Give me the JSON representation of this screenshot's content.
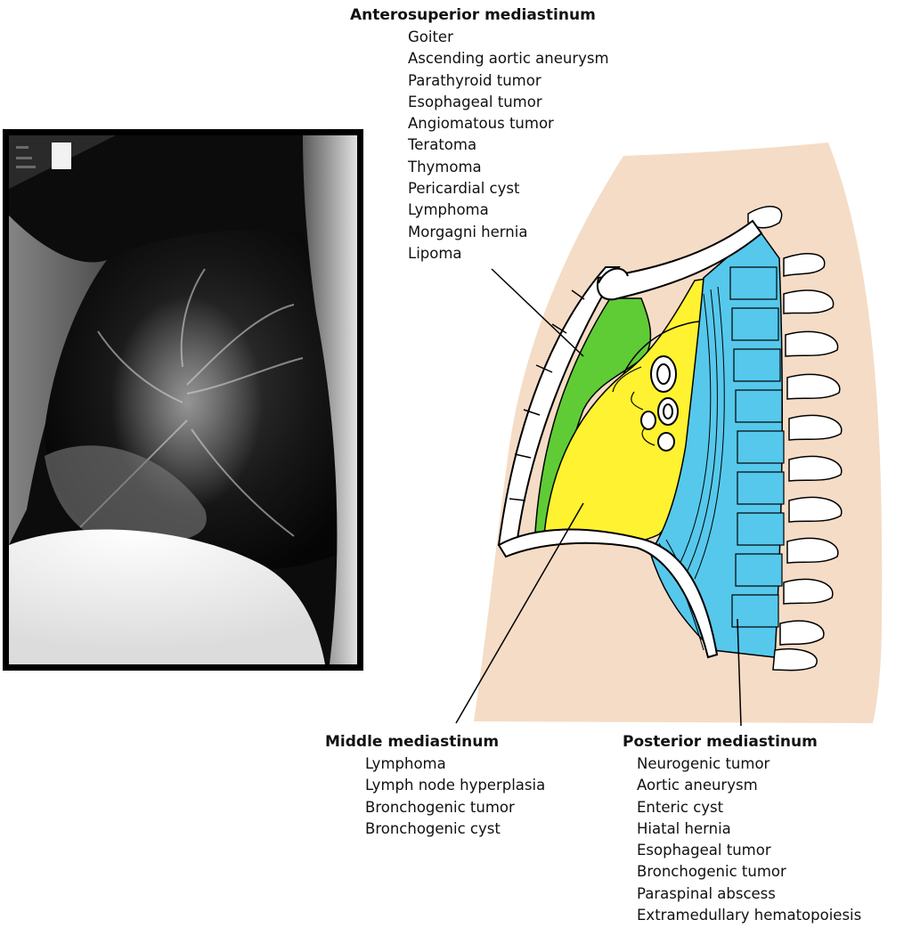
{
  "regions": {
    "anterosuperior": {
      "title": "Anterosuperior mediastinum",
      "items": [
        "Goiter",
        "Ascending aortic aneurysm",
        "Parathyroid tumor",
        "Esophageal tumor",
        "Angiomatous tumor",
        "Teratoma",
        "Thymoma",
        "Pericardial cyst",
        "Lymphoma",
        "Morgagni hernia",
        "Lipoma"
      ]
    },
    "middle": {
      "title": "Middle mediastinum",
      "items": [
        "Lymphoma",
        "Lymph node hyperplasia",
        "Bronchogenic tumor",
        "Bronchogenic cyst"
      ]
    },
    "posterior": {
      "title": "Posterior mediastinum",
      "items": [
        "Neurogenic tumor",
        "Aortic aneurysm",
        "Enteric cyst",
        "Hiatal hernia",
        "Esophageal tumor",
        "Bronchogenic tumor",
        "Paraspinal abscess",
        "Extramedullary hematopoiesis"
      ]
    }
  },
  "colors": {
    "background_tissue": "#f5dcc6",
    "anterosuperior": "#5fcc36",
    "middle": "#fff231",
    "posterior": "#56c8ec"
  }
}
